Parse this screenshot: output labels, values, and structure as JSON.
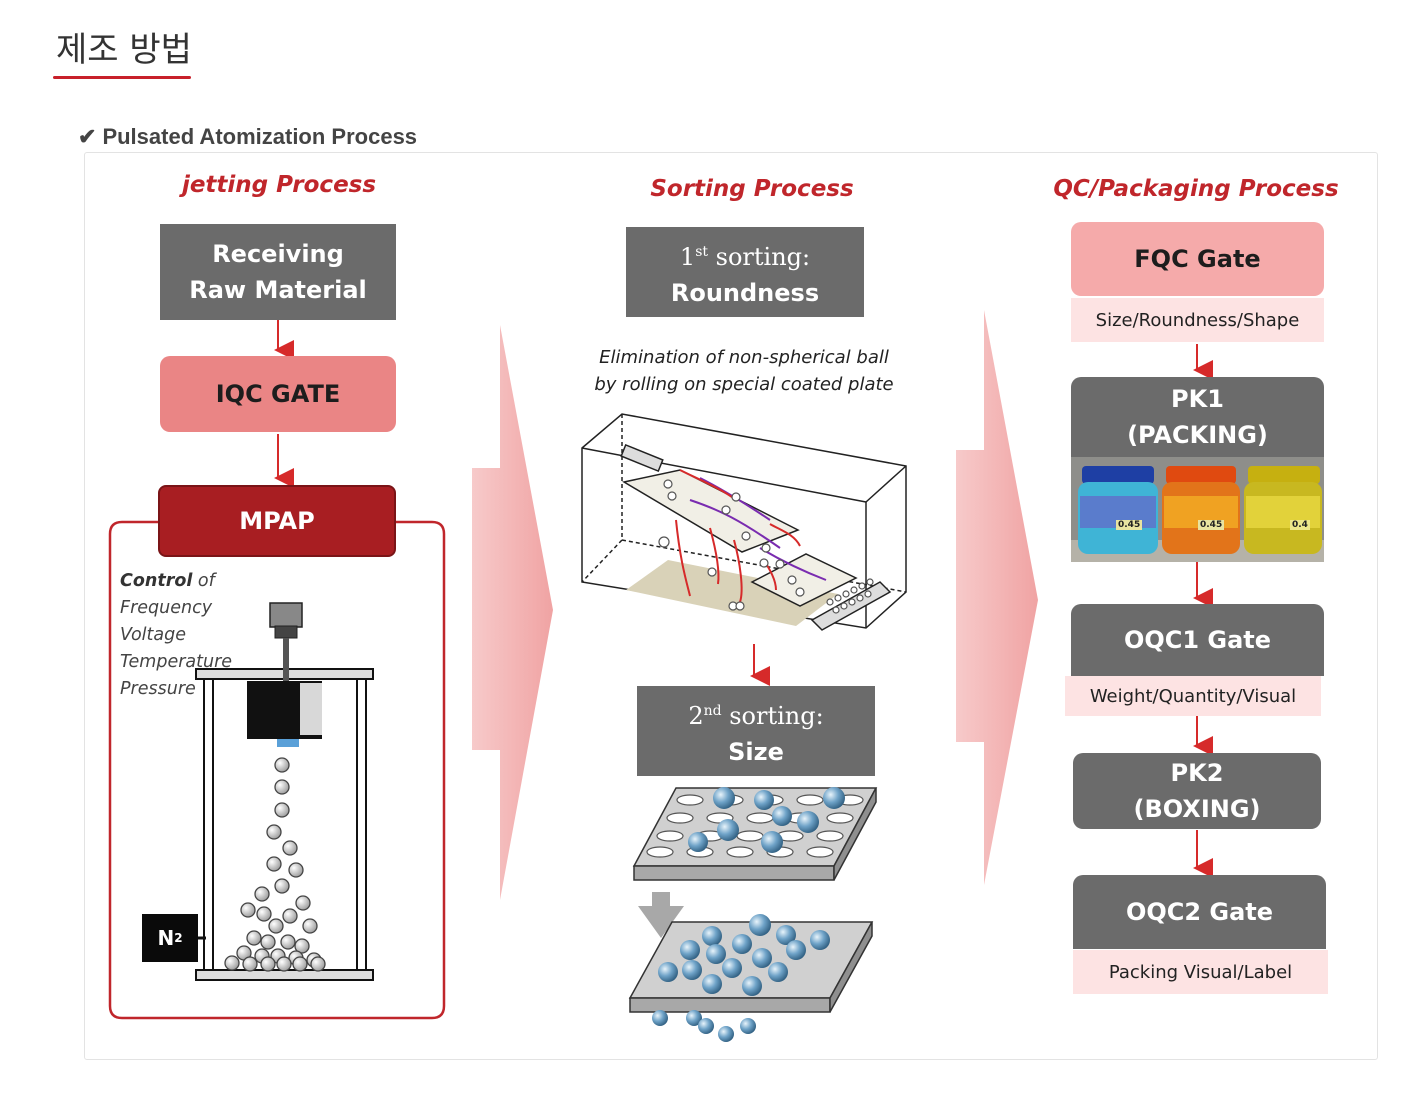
{
  "page": {
    "title": "제조 방법",
    "section_heading": "Pulsated Atomization Process"
  },
  "colors": {
    "accent_red": "#c0262b",
    "gray_box": "#6b6b6b",
    "pink_box": "#ea8585",
    "dark_red_box": "#a81e22",
    "light_pink_label": "#fde3e3",
    "chevron_pink": "#f2b3b3"
  },
  "icons": {
    "check": "checkmark-icon"
  },
  "jetting": {
    "title": "jetting Process",
    "receiving_line1": "Receiving",
    "receiving_line2": "Raw Material",
    "iqc": "IQC GATE",
    "mpap": "MPAP",
    "control_label": "Control",
    "control_of": " of",
    "params": [
      "Frequency",
      "Voltage",
      "Temperature",
      "Pressure"
    ],
    "n2_symbol": "N",
    "n2_subscript": "2"
  },
  "sorting": {
    "title": "Sorting Process",
    "first_num": "1",
    "first_sup": "st",
    "first_suffix": " sorting:",
    "first_name": "Roundness",
    "note_line1": "Elimination of non-spherical ball",
    "note_line2": "by rolling on special coated plate",
    "second_num": "2",
    "second_sup": "nd",
    "second_suffix": " sorting:",
    "second_name": "Size"
  },
  "qc": {
    "title": "QC/Packaging Process",
    "fqc": "FQC Gate",
    "fqc_label": "Size/Roundness/Shape",
    "pk1_line1": "PK1",
    "pk1_line2": "(PACKING)",
    "jar_labels": [
      "0.45",
      "0.45",
      "0.4"
    ],
    "oqc1": "OQC1 Gate",
    "oqc1_label": "Weight/Quantity/Visual",
    "pk2_line1": "PK2",
    "pk2_line2": "(BOXING)",
    "oqc2": "OQC2 Gate",
    "oqc2_label": "Packing Visual/Label"
  }
}
